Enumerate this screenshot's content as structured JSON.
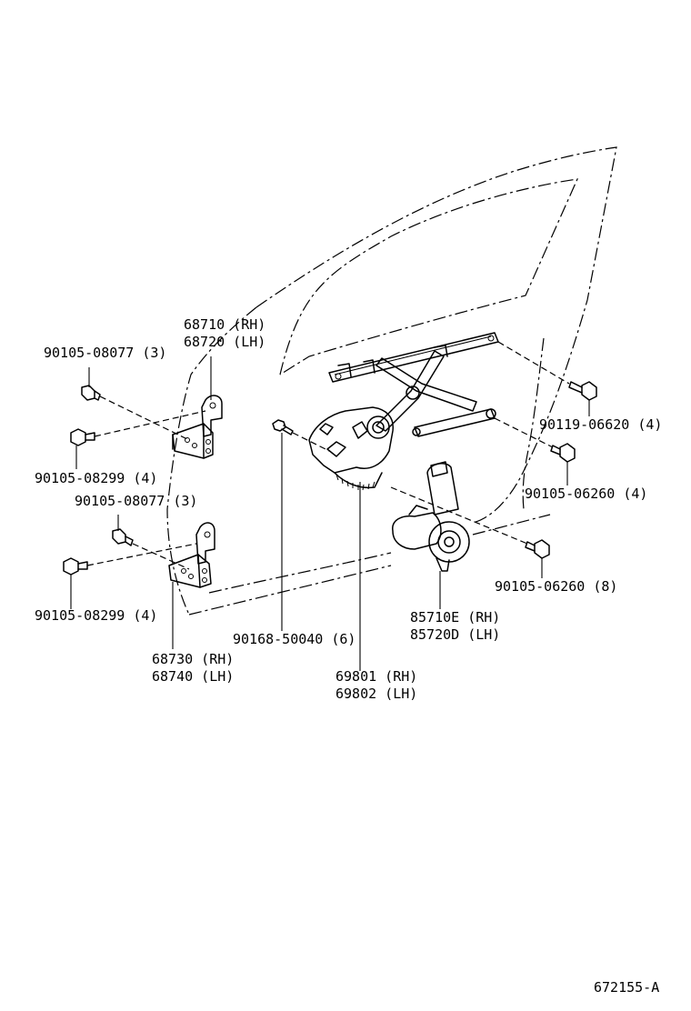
{
  "labels": {
    "hinge_upper_rh": "68710 (RH)",
    "hinge_upper_lh": "68720 (LH)",
    "bolt_upper_left": "90105-08077 (3)",
    "bolt_upper_lower": "90105-08299 (4)",
    "bolt_lower_upper": "90105-08077 (3)",
    "bolt_lower_lower": "90105-08299 (4)",
    "hinge_lower_rh": "68730 (RH)",
    "hinge_lower_lh": "68740 (LH)",
    "screw_regulator": "90168-50040 (6)",
    "regulator_rh": "69801 (RH)",
    "regulator_lh": "69802 (LH)",
    "motor_rh": "85710E (RH)",
    "motor_lh": "85720D (LH)",
    "bolt_right_upper": "90119-06620 (4)",
    "bolt_right_mid": "90105-06260 (4)",
    "bolt_right_lower": "90105-06260 (8)",
    "diagram_code": "672155-A"
  }
}
